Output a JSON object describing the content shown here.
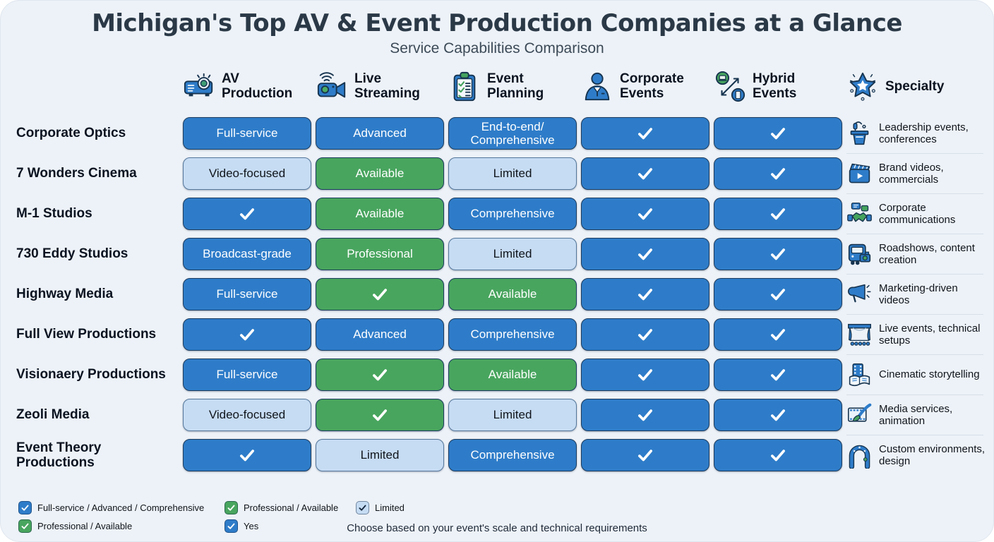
{
  "chart_data": {
    "type": "table",
    "title": "Michigan's Top AV & Event Production Companies at a Glance",
    "subtitle": "Service Capabilities Comparison",
    "columns": [
      {
        "label": "AV Production",
        "icon": "projector-icon"
      },
      {
        "label": "Live Streaming",
        "icon": "video-camera-icon"
      },
      {
        "label": "Event Planning",
        "icon": "clipboard-checklist-icon"
      },
      {
        "label": "Corporate Events",
        "icon": "businessperson-icon"
      },
      {
        "label": "Hybrid Events",
        "icon": "hybrid-devices-icon"
      },
      {
        "label": "Specialty",
        "icon": "star-icon"
      }
    ],
    "rows": [
      {
        "company": "Corporate Optics",
        "cells": [
          {
            "type": "text",
            "text": "Full-service",
            "variant": "blue"
          },
          {
            "type": "text",
            "text": "Advanced",
            "variant": "blue"
          },
          {
            "type": "text",
            "text": "End-to-end/ Comprehensive",
            "variant": "blue"
          },
          {
            "type": "check",
            "variant": "blue"
          },
          {
            "type": "check",
            "variant": "blue"
          }
        ],
        "specialty": {
          "icon": "podium-icon",
          "text": "Leadership events, conferences"
        }
      },
      {
        "company": "7 Wonders Cinema",
        "cells": [
          {
            "type": "text",
            "text": "Video-focused",
            "variant": "lightblue"
          },
          {
            "type": "text",
            "text": "Available",
            "variant": "green"
          },
          {
            "type": "text",
            "text": "Limited",
            "variant": "lightblue"
          },
          {
            "type": "check",
            "variant": "blue"
          },
          {
            "type": "check",
            "variant": "blue"
          }
        ],
        "specialty": {
          "icon": "clapperboard-icon",
          "text": "Brand videos, commercials"
        }
      },
      {
        "company": "M-1 Studios",
        "cells": [
          {
            "type": "check",
            "variant": "blue"
          },
          {
            "type": "text",
            "text": "Available",
            "variant": "green"
          },
          {
            "type": "text",
            "text": "Comprehensive",
            "variant": "blue"
          },
          {
            "type": "check",
            "variant": "blue"
          },
          {
            "type": "check",
            "variant": "blue"
          }
        ],
        "specialty": {
          "icon": "handshake-icon",
          "text": "Corporate communications"
        }
      },
      {
        "company": "730 Eddy Studios",
        "cells": [
          {
            "type": "text",
            "text": "Broadcast-grade",
            "variant": "blue"
          },
          {
            "type": "text",
            "text": "Professional",
            "variant": "green"
          },
          {
            "type": "text",
            "text": "Limited",
            "variant": "lightblue"
          },
          {
            "type": "check",
            "variant": "blue"
          },
          {
            "type": "check",
            "variant": "blue"
          }
        ],
        "specialty": {
          "icon": "bus-camera-icon",
          "text": "Roadshows, content creation"
        }
      },
      {
        "company": "Highway Media",
        "cells": [
          {
            "type": "text",
            "text": "Full-service",
            "variant": "blue"
          },
          {
            "type": "check",
            "variant": "green"
          },
          {
            "type": "text",
            "text": "Available",
            "variant": "green"
          },
          {
            "type": "check",
            "variant": "blue"
          },
          {
            "type": "check",
            "variant": "blue"
          }
        ],
        "specialty": {
          "icon": "megaphone-icon",
          "text": "Marketing-driven videos"
        }
      },
      {
        "company": "Full View Productions",
        "cells": [
          {
            "type": "check",
            "variant": "blue"
          },
          {
            "type": "text",
            "text": "Advanced",
            "variant": "blue"
          },
          {
            "type": "text",
            "text": "Comprehensive",
            "variant": "blue"
          },
          {
            "type": "check",
            "variant": "blue"
          },
          {
            "type": "check",
            "variant": "blue"
          }
        ],
        "specialty": {
          "icon": "stage-icon",
          "text": "Live events, technical setups"
        }
      },
      {
        "company": "Visionaery Productions",
        "cells": [
          {
            "type": "text",
            "text": "Full-service",
            "variant": "blue"
          },
          {
            "type": "check",
            "variant": "green"
          },
          {
            "type": "text",
            "text": "Available",
            "variant": "green"
          },
          {
            "type": "check",
            "variant": "blue"
          },
          {
            "type": "check",
            "variant": "blue"
          }
        ],
        "specialty": {
          "icon": "book-film-icon",
          "text": "Cinematic storytelling"
        }
      },
      {
        "company": "Zeoli Media",
        "cells": [
          {
            "type": "text",
            "text": "Video-focused",
            "variant": "lightblue"
          },
          {
            "type": "check",
            "variant": "green"
          },
          {
            "type": "text",
            "text": "Limited",
            "variant": "lightblue"
          },
          {
            "type": "check",
            "variant": "blue"
          },
          {
            "type": "check",
            "variant": "blue"
          }
        ],
        "specialty": {
          "icon": "paintbrush-icon",
          "text": "Media services, animation"
        }
      },
      {
        "company": "Event Theory Productions",
        "cells": [
          {
            "type": "check",
            "variant": "blue"
          },
          {
            "type": "text",
            "text": "Limited",
            "variant": "lightblue"
          },
          {
            "type": "text",
            "text": "Comprehensive",
            "variant": "blue"
          },
          {
            "type": "check",
            "variant": "blue"
          },
          {
            "type": "check",
            "variant": "blue"
          }
        ],
        "specialty": {
          "icon": "arch-icon",
          "text": "Custom environments, design"
        }
      }
    ],
    "legend": {
      "rows": [
        [
          {
            "variant": "blue",
            "label": "Full-service / Advanced / Comprehensive"
          },
          {
            "variant": "green",
            "label": "Professional / Available"
          },
          {
            "variant": "lightblue",
            "label": "Limited"
          }
        ],
        [
          {
            "variant": "green",
            "label": "Professional / Available"
          },
          {
            "variant": "blue",
            "label": "Yes"
          }
        ]
      ]
    },
    "footnote": "Choose based on your event's scale and technical requirements"
  },
  "colors": {
    "blue": "#2e7cc9",
    "green": "#48a55e",
    "lightblue": "#c6dcf3",
    "panel": "#edf2f8",
    "title": "#2b3947",
    "border_dark": "#1c3c5e"
  }
}
